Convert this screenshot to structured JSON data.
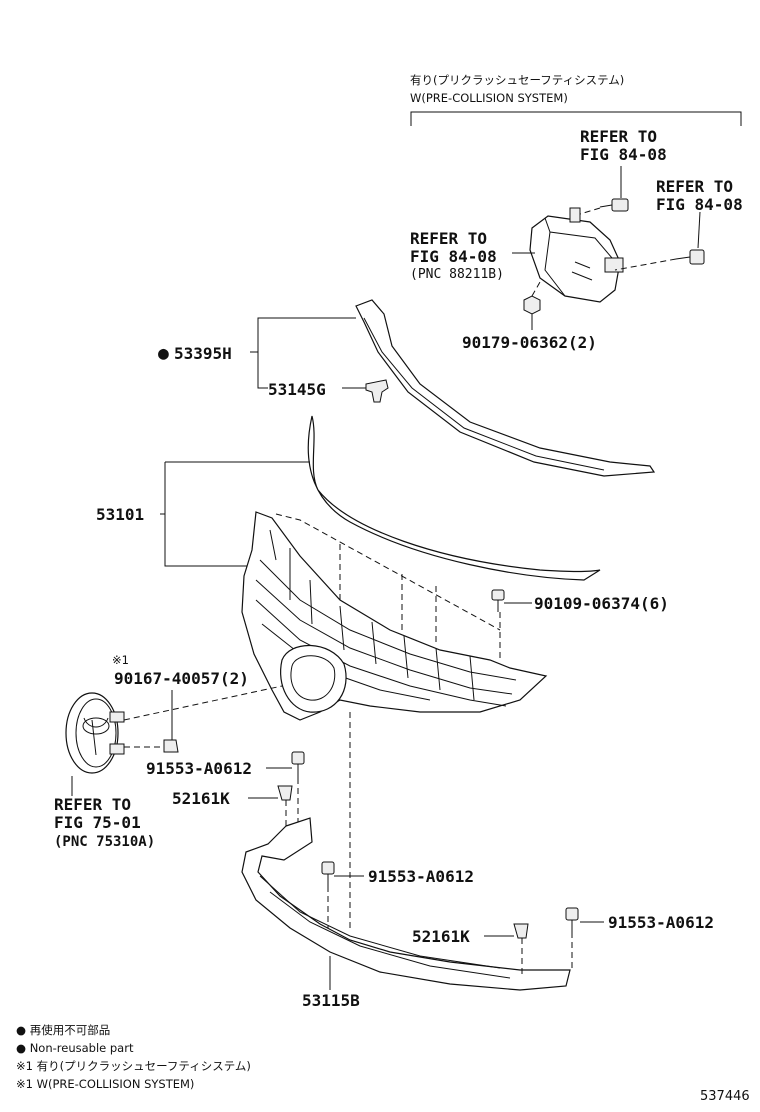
{
  "header": {
    "group_title_jp": "有り(プリクラッシュセーフティシステム)",
    "group_title_en": "W(PRE-COLLISION SYSTEM)"
  },
  "labels": {
    "refer_to_84_08_a_line1": "REFER TO",
    "refer_to_84_08_a_line2": "FIG 84-08",
    "refer_to_84_08_b_line1": "REFER TO",
    "refer_to_84_08_b_line2": "FIG 84-08",
    "refer_to_84_08_c_line1": "REFER TO",
    "refer_to_84_08_c_line2": "FIG 84-08",
    "refer_to_84_08_c_line3": "(PNC 88211B)",
    "part_90179": "90179-06362(2)",
    "part_53395h": "53395H",
    "part_53145g": "53145G",
    "part_53101": "53101",
    "part_90109": "90109-06374(6)",
    "note_mark_1": "※1",
    "part_90167": "90167-40057(2)",
    "part_91553_a": "91553-A0612",
    "part_52161k_a": "52161K",
    "refer_to_75_01_line1": "REFER TO",
    "refer_to_75_01_line2": "FIG 75-01",
    "refer_to_75_01_line3": "(PNC 75310A)",
    "part_91553_b": "91553-A0612",
    "part_52161k_b": "52161K",
    "part_91553_c": "91553-A0612",
    "part_53115b": "53115B"
  },
  "legend": {
    "line1": "● 再使用不可部品",
    "line2": "● Non-reusable part",
    "line3": "※1 有り(プリクラッシュセーフティシステム)",
    "line4": "※1 W(PRE-COLLISION SYSTEM)"
  },
  "figure_number": "537446",
  "non_reusable_marker": "●"
}
